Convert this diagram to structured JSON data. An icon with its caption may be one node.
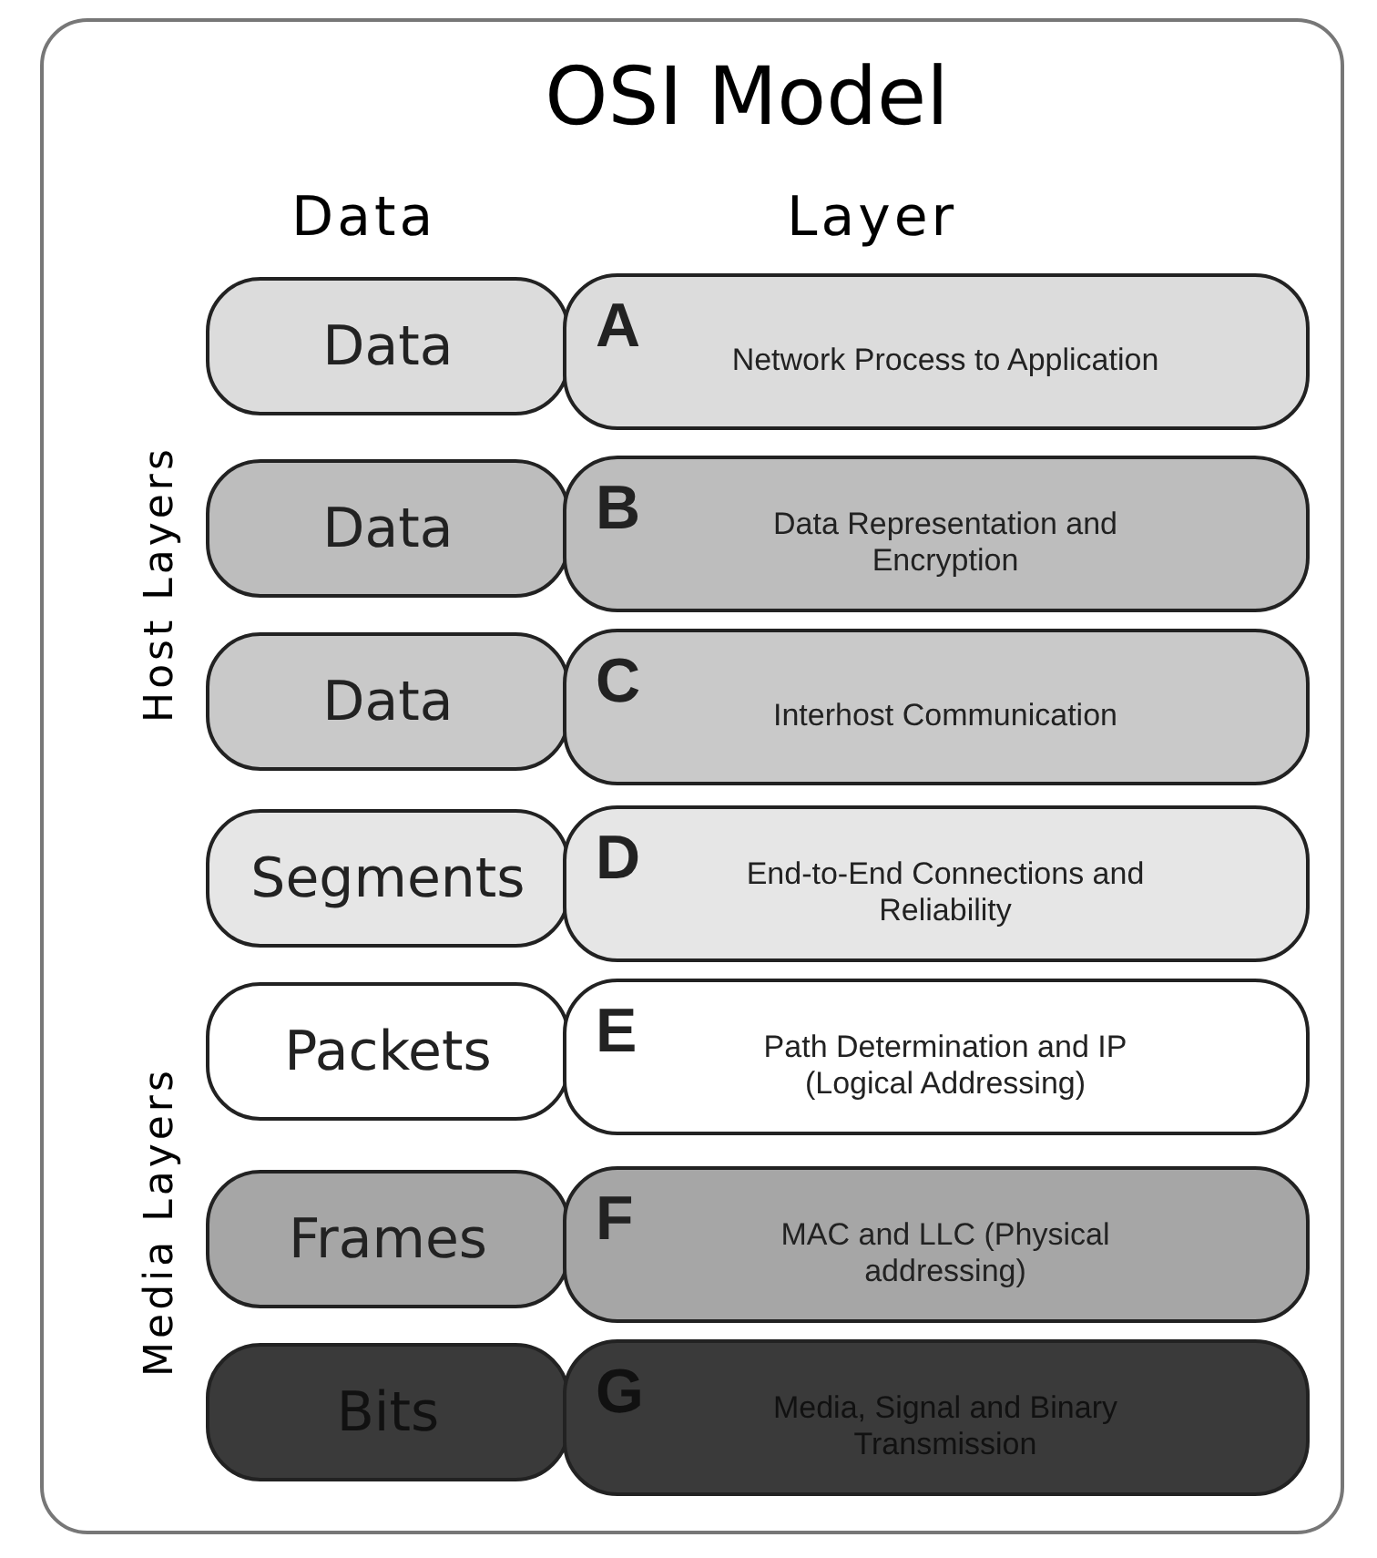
{
  "diagram": {
    "title": "OSI Model",
    "nodes": [
      {
        "text": [
          "Data"
        ]
      },
      {
        "text": [
          "A",
          "Network Process to Application"
        ]
      },
      {
        "text": [
          "Data"
        ]
      },
      {
        "text": [
          "B",
          "Data Representation and Encryption"
        ]
      },
      {
        "text": [
          "Data"
        ]
      },
      {
        "text": [
          "C",
          "Interhost Communication"
        ]
      },
      {
        "text": [
          "Segments"
        ]
      },
      {
        "text": [
          "D",
          "End-to-End Connections and Reliability"
        ]
      },
      {
        "text": [
          "Packets"
        ]
      },
      {
        "text": [
          "E",
          "Path Determination and IP (Logical Addressing)"
        ]
      },
      {
        "text": [
          "Frames"
        ]
      },
      {
        "text": [
          "F",
          "MAC and LLC (Physical addressing)"
        ]
      },
      {
        "text": [
          "Bits"
        ]
      },
      {
        "text": [
          "G",
          "Media, Signal and Binary Transmission"
        ]
      }
    ],
    "edges": [],
    "labels": [
      "Data",
      "Layer",
      "Host Layers",
      "Media Layers"
    ]
  }
}
